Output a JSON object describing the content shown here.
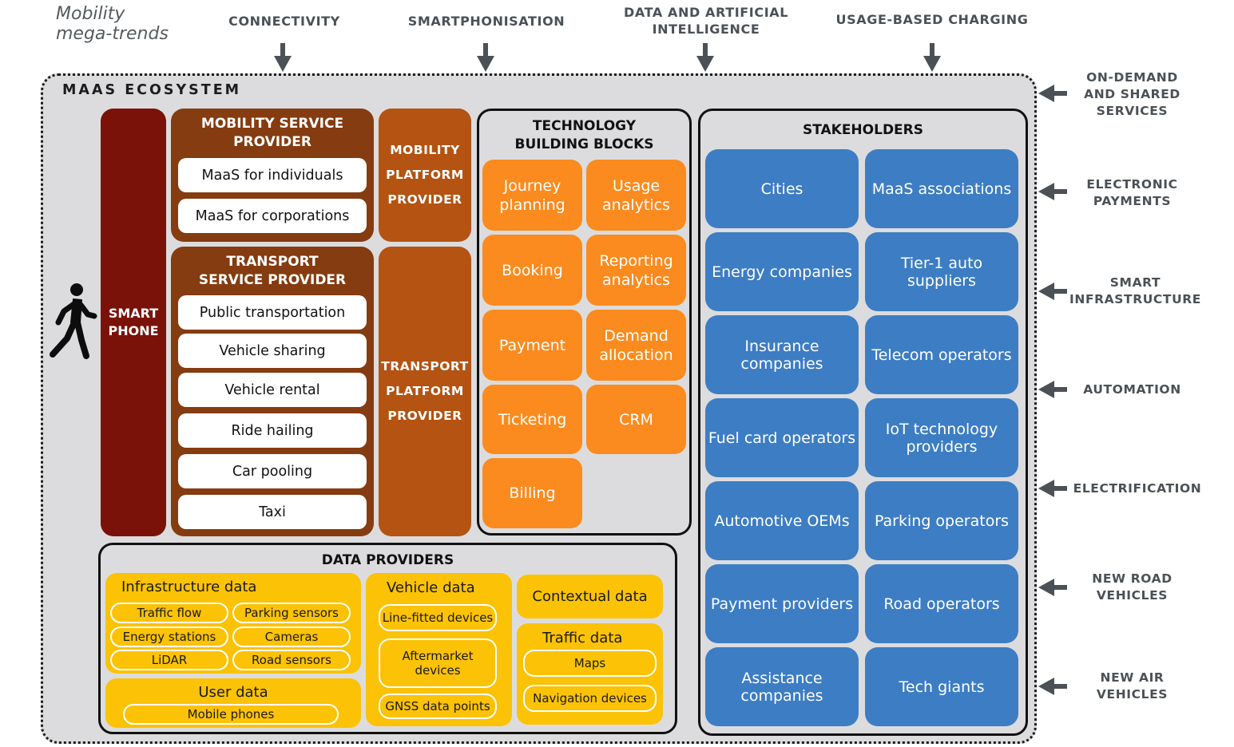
{
  "colors": {
    "background": "#dcdcde",
    "smartphone": "#7a1209",
    "service_provider": "#853c10",
    "platform_provider": "#b45312",
    "technology": "#fb8b1e",
    "stakeholders": "#3d7dc4",
    "data_providers": "#fcc206"
  },
  "megatrends": {
    "title_line1": "Mobility",
    "title_line2": "mega-trends",
    "top": [
      {
        "line1": "CONNECTIVITY",
        "line2": ""
      },
      {
        "line1": "SMARTPHONISATION",
        "line2": ""
      },
      {
        "line1": "DATA AND ARTIFICIAL",
        "line2": "INTELLIGENCE"
      },
      {
        "line1": "USAGE-BASED CHARGING",
        "line2": ""
      }
    ],
    "side": [
      {
        "line1": "ON-DEMAND",
        "line2": "AND SHARED",
        "line3": "SERVICES"
      },
      {
        "line1": "ELECTRONIC",
        "line2": "PAYMENTS",
        "line3": ""
      },
      {
        "line1": "SMART",
        "line2": "INFRASTRUCTURE",
        "line3": ""
      },
      {
        "line1": "AUTOMATION",
        "line2": "",
        "line3": ""
      },
      {
        "line1": "ELECTRIFICATION",
        "line2": "",
        "line3": ""
      },
      {
        "line1": "NEW ROAD",
        "line2": "VEHICLES",
        "line3": ""
      },
      {
        "line1": "NEW AIR",
        "line2": "VEHICLES",
        "line3": ""
      }
    ]
  },
  "ecosystem": {
    "title": "MAAS ECOSYSTEM",
    "user_icon": "pedestrian-icon",
    "smartphone": {
      "line1": "SMART",
      "line2": "PHONE"
    },
    "mobility_service_provider": {
      "line1": "MOBILITY SERVICE",
      "line2": "PROVIDER",
      "items": [
        "MaaS for individuals",
        "MaaS for corporations"
      ]
    },
    "transport_service_provider": {
      "line1": "TRANSPORT",
      "line2": "SERVICE PROVIDER",
      "items": [
        "Public transportation",
        "Vehicle sharing",
        "Vehicle rental",
        "Ride hailing",
        "Car pooling",
        "Taxi"
      ]
    },
    "mobility_platform_provider": {
      "line1": "MOBILITY",
      "line2": "PLATFORM",
      "line3": "PROVIDER"
    },
    "transport_platform_provider": {
      "line1": "TRANSPORT",
      "line2": "PLATFORM",
      "line3": "PROVIDER"
    },
    "technology": {
      "line1": "TECHNOLOGY",
      "line2": "BUILDING BLOCKS",
      "blocks": [
        {
          "line1": "Journey",
          "line2": "planning"
        },
        {
          "line1": "Usage",
          "line2": "analytics"
        },
        {
          "line1": "Booking",
          "line2": ""
        },
        {
          "line1": "Reporting",
          "line2": "analytics"
        },
        {
          "line1": "Payment",
          "line2": ""
        },
        {
          "line1": "Demand",
          "line2": "allocation"
        },
        {
          "line1": "Ticketing",
          "line2": ""
        },
        {
          "line1": "CRM",
          "line2": ""
        },
        {
          "line1": "Billing",
          "line2": ""
        }
      ]
    },
    "stakeholders": {
      "title": "STAKEHOLDERS",
      "items": [
        {
          "line1": "Cities",
          "line2": ""
        },
        {
          "line1": "MaaS associations",
          "line2": ""
        },
        {
          "line1": "Energy companies",
          "line2": ""
        },
        {
          "line1": "Tier-1 auto",
          "line2": "suppliers"
        },
        {
          "line1": "Insurance",
          "line2": "companies"
        },
        {
          "line1": "Telecom operators",
          "line2": ""
        },
        {
          "line1": "Fuel card operators",
          "line2": ""
        },
        {
          "line1": "IoT technology",
          "line2": "providers"
        },
        {
          "line1": "Automotive OEMs",
          "line2": ""
        },
        {
          "line1": "Parking operators",
          "line2": ""
        },
        {
          "line1": "Payment providers",
          "line2": ""
        },
        {
          "line1": "Road operators",
          "line2": ""
        },
        {
          "line1": "Assistance",
          "line2": "companies"
        },
        {
          "line1": "Tech giants",
          "line2": ""
        }
      ]
    },
    "data_providers": {
      "title": "DATA PROVIDERS",
      "infrastructure": {
        "title": "Infrastructure data",
        "items": [
          "Traffic flow",
          "Parking sensors",
          "Energy stations",
          "Cameras",
          "LiDAR",
          "Road sensors"
        ]
      },
      "user": {
        "title": "User data",
        "items": [
          "Mobile phones"
        ]
      },
      "vehicle": {
        "title": "Vehicle data",
        "items": [
          {
            "line1": "Line-fitted devices",
            "line2": ""
          },
          {
            "line1": "Aftermarket",
            "line2": "devices"
          },
          {
            "line1": "GNSS data points",
            "line2": ""
          }
        ]
      },
      "contextual": {
        "title": "Contextual data"
      },
      "traffic": {
        "title": "Traffic data",
        "items": [
          "Maps",
          "Navigation devices"
        ]
      }
    }
  }
}
